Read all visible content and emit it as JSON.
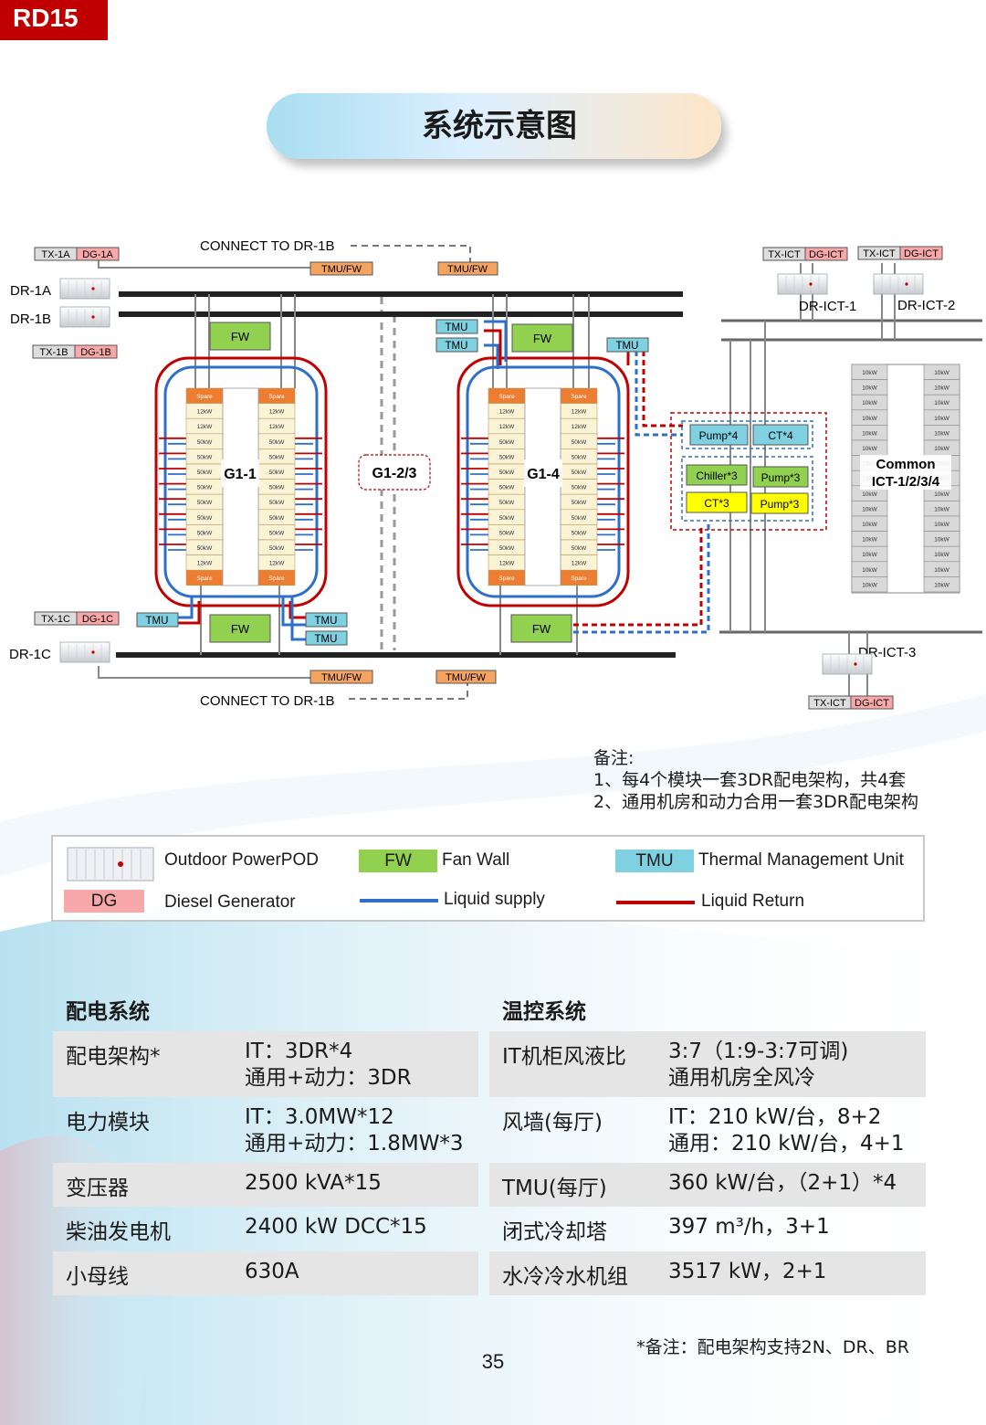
{
  "tag": "RD15",
  "title": "系统示意图",
  "diagram": {
    "connect_top": "CONNECT TO DR-1B",
    "connect_bottom": "CONNECT TO DR-1B",
    "tx_1a": "TX-1A",
    "dg_1a": "DG-1A",
    "tx_1b": "TX-1B",
    "dg_1b": "DG-1B",
    "tx_1c": "TX-1C",
    "dg_1c": "DG-1C",
    "dr_1a": "DR-1A",
    "dr_1b": "DR-1B",
    "dr_1c": "DR-1C",
    "tmu_fw": "TMU/FW",
    "fw": "FW",
    "tmu": "TMU",
    "g1_1": "G1-1",
    "g1_23": "G1-2/3",
    "g1_4": "G1-4",
    "tx_ict": "TX-ICT",
    "dg_ict": "DG-ICT",
    "dr_ict_1": "DR-ICT-1",
    "dr_ict_2": "DR-ICT-2",
    "dr_ict_3": "DR-ICT-3",
    "common_1": "Common",
    "common_2": "ICT-1/2/3/4",
    "pump4": "Pump*4",
    "ct4": "CT*4",
    "chiller3": "Chiller*3",
    "pump3": "Pump*3",
    "ct3": "CT*3",
    "rack_spare": "Spare",
    "rack_12": "12kW",
    "rack_50": "50kW",
    "rack_10": "10kW"
  },
  "notes": {
    "title": "备注:",
    "line1": "1、每4个模块一套3DR配电架构，共4套",
    "line2": "2、通用机房和动力合用一套3DR配电架构"
  },
  "legend": {
    "pod": "Outdoor PowerPOD",
    "dg": "DG",
    "dg_desc": "Diesel Generator",
    "fw": "FW",
    "fw_desc": "Fan Wall",
    "tmu": "TMU",
    "tmu_desc": "Thermal Management Unit",
    "supply": "Liquid supply",
    "return": "Liquid Return"
  },
  "colors": {
    "brand_red": "#c00000",
    "fw_green": "#92d050",
    "tmu_blue": "#7fd0e0",
    "dg_pink": "#f8a8a8",
    "tmu_fw_orange": "#f4a460",
    "supply_blue": "#2e6fc9",
    "return_red": "#c00000",
    "chiller_green": "#92d050",
    "ct3_yellow": "#ffff00"
  },
  "power": {
    "heading": "配电系统",
    "rows": [
      {
        "k": "配电架构*",
        "v": "IT：3DR*4\n通用+动力：3DR"
      },
      {
        "k": "电力模块",
        "v": "IT：3.0MW*12\n通用+动力：1.8MW*3"
      },
      {
        "k": "变压器",
        "v": "2500 kVA*15"
      },
      {
        "k": "柴油发电机",
        "v": "2400 kW DCC*15"
      },
      {
        "k": "小母线",
        "v": "630A"
      }
    ]
  },
  "cooling": {
    "heading": "温控系统",
    "rows": [
      {
        "k": "IT机柜风液比",
        "v": "3:7（1:9-3:7可调)\n通用机房全风冷"
      },
      {
        "k": "风墙(每厅)",
        "v": "IT：210 kW/台，8+2\n通用：210 kW/台，4+1"
      },
      {
        "k": "TMU(每厅)",
        "v": "360 kW/台，（2+1）*4"
      },
      {
        "k": "闭式冷却塔",
        "v": "397 m³/h，3+1"
      },
      {
        "k": "水冷冷水机组",
        "v": "3517 kW，2+1"
      }
    ]
  },
  "footnote": "*备注：配电架构支持2N、DR、BR",
  "page_number": "35"
}
